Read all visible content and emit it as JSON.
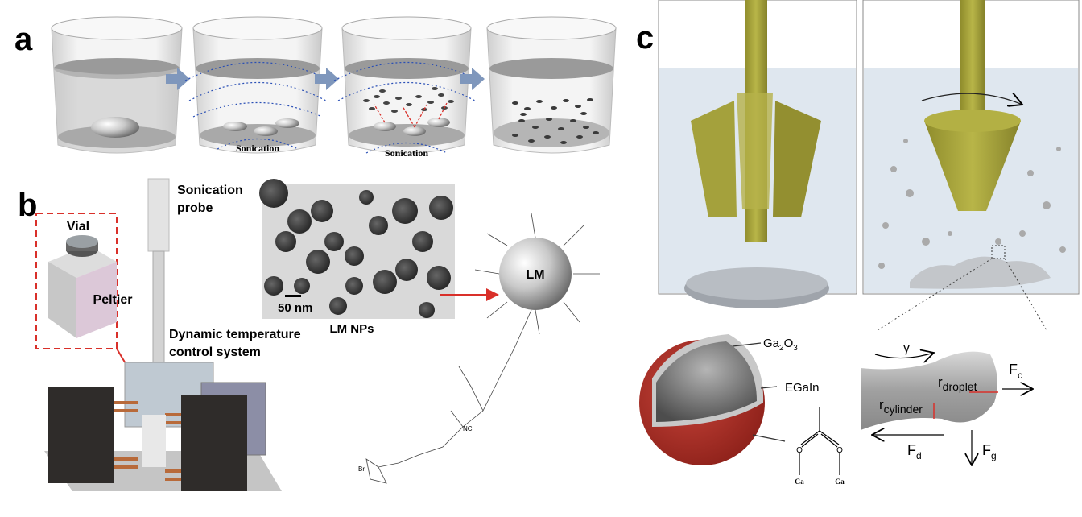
{
  "panels": {
    "a": "a",
    "b": "b",
    "c": "c"
  },
  "panel_a": {
    "sonication_1": "Sonication",
    "sonication_2": "Sonication"
  },
  "panel_b": {
    "vial": "Vial",
    "peltier": "Peltier",
    "probe_line1": "Sonication",
    "probe_line2": "probe",
    "dtc_line1": "Dynamic temperature",
    "dtc_line2": "control system",
    "scale_bar": "50 nm",
    "tem_caption": "LM NPs",
    "sphere_label": "LM",
    "chem_NC": "NC",
    "chem_Br": "Br"
  },
  "panel_c": {
    "shell": {
      "base": "Ga",
      "sub1": "2",
      "mid": "O",
      "sub2": "3"
    },
    "core": "EGaIn",
    "ga_atom": "Ga",
    "o_atom": "O",
    "gamma": "γ",
    "r_droplet": {
      "base": "r",
      "sub": "droplet"
    },
    "r_cylinder": {
      "base": "r",
      "sub": "cylinder"
    },
    "f_c": {
      "base": "F",
      "sub": "c"
    },
    "f_d": {
      "base": "F",
      "sub": "d"
    },
    "f_g": {
      "base": "F",
      "sub": "g"
    }
  },
  "colors": {
    "arrow": "#7f97bc",
    "red": "#d9302a",
    "olive": "#a7a43a",
    "shell_red": "#a52a22"
  }
}
